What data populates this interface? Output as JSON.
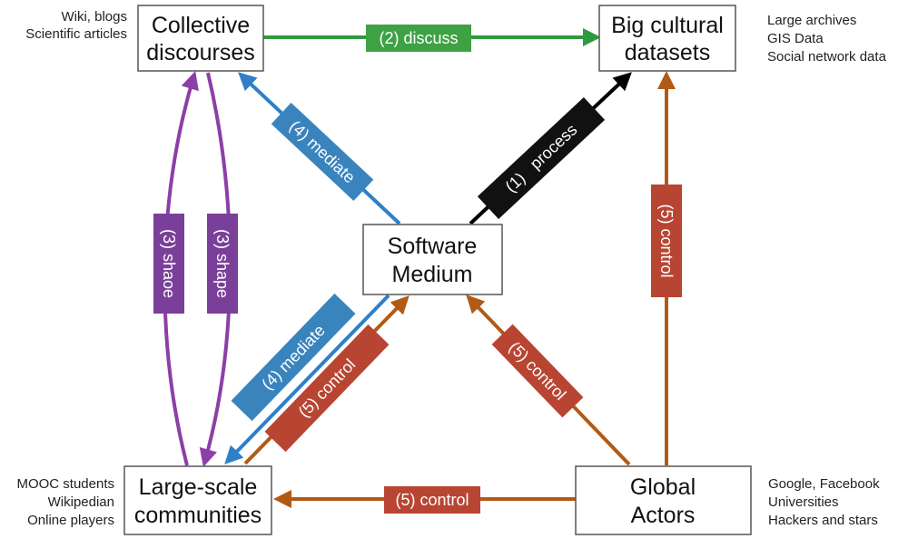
{
  "nodes": {
    "collective": {
      "line1": "Collective",
      "line2": "discourses"
    },
    "datasets": {
      "line1": "Big cultural",
      "line2": "datasets"
    },
    "software": {
      "line1": "Software",
      "line2": "Medium"
    },
    "communities": {
      "line1": "Large-scale",
      "line2": "communities"
    },
    "global": {
      "line1": "Global",
      "line2": "Actors"
    }
  },
  "notes": {
    "collective": [
      "Wiki, blogs",
      "Scientific articles"
    ],
    "datasets": [
      "Large archives",
      "GIS Data",
      "Social network data"
    ],
    "communities": [
      "MOOC students",
      "Wikipedian",
      "Online players"
    ],
    "global": [
      "Google, Facebook",
      "Universities",
      "Hackers and stars"
    ]
  },
  "edges": {
    "discuss": "(2) discuss",
    "process": "(1)   process",
    "mediate_top": "(4) mediate",
    "mediate_bottom": "(4) mediate",
    "control_sm_low": "(5) control",
    "control_global_sm": "(5) control",
    "control_global_data": "(5) control",
    "control_global_comm": "(5) control",
    "shape_left": "(3) shaoe",
    "shape_right": "(3) shape"
  },
  "colors": {
    "green": "#2e9a3e",
    "black": "#000000",
    "blue": "#2f7fc9",
    "brown": "#b25a14",
    "purple": "#8c3fa6",
    "label_red": "#b84532",
    "label_blue": "#3a84be",
    "label_purple": "#7a4099",
    "label_green": "#3ea144",
    "label_black": "#111111"
  }
}
